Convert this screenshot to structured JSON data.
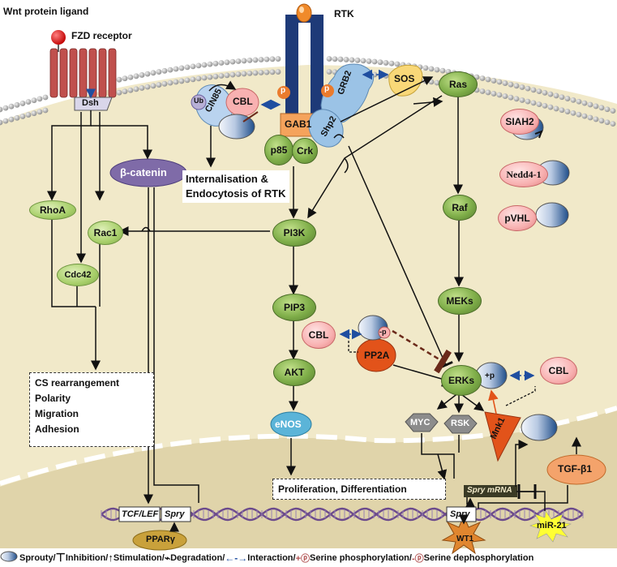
{
  "labels": {
    "wnt": "Wnt protein ligand",
    "fzd": "FZD receptor",
    "rtk": "RTK",
    "dsh": "Dsh",
    "ub": "Ub",
    "cin85": "CIN85",
    "cbl_top": "CBL",
    "p1": "p",
    "p2": "p",
    "grb2": "GRB2",
    "sos": "SOS",
    "ras": "Ras",
    "gab1": "GAB1",
    "shp2": "Shp2",
    "p85": "p85",
    "crk": "Crk",
    "bcat": "β-catenin",
    "internal": "Internalisation &\nEndocytosis of RTK",
    "siah2": "SIAH2",
    "nedd4": "Nedd4-1",
    "pvhl": "pVHL",
    "raf": "Raf",
    "rhoa": "RhoA",
    "rac1": "Rac1",
    "cdc42": "Cdc42",
    "pi3k": "PI3K",
    "pip3": "PIP3",
    "meks": "MEKs",
    "cbl_mid": "CBL",
    "pp2a": "PP2A",
    "p_minus": "-p",
    "akt": "AKT",
    "erks": "ERKs",
    "p_plus": "+p",
    "cbl_right": "CBL",
    "cs_box": "CS rearrangement\nPolarity\nMigration\nAdhesion",
    "enos": "eNOS",
    "myc": "MYC",
    "rsk": "RSK",
    "mnk1": "Mnk1",
    "tgfb1": "TGF-β1",
    "prolif": "Proliferation, Differentiation",
    "spry_mrna": "Spry mRNA",
    "tcf": "TCF/LEF",
    "spry_left": "Spry",
    "spry_right": "Spry",
    "mir21": "miR-21",
    "ppar": "PPARγ",
    "wt1": "WT1"
  },
  "legend": {
    "sprouty": "Sprouty/",
    "inhibition": "Inhibition/",
    "stimulation": "Stimulation/",
    "degradation": "Degradation/",
    "interaction": "Interaction/",
    "ser_phos": "Serine phosphorylation/",
    "ser_dephos": "Serine dephosphorylation"
  },
  "colors": {
    "cytoplasm": "#f1e9c9",
    "nucleus": "#e0d4aa",
    "membrane_bead": "#b9b9b9",
    "receptor": "#1e3a78",
    "fzd": "#c0504d",
    "green": "#7fae49",
    "pink": "#f8b1b1",
    "gab1": "#f5a35c",
    "shp2": "#9bc3e6",
    "bcat": "#7f6ba8",
    "enos": "#5bb4d8",
    "pp2a": "#e2531a",
    "mnk1": "#e2531a",
    "tgfb1": "#f4a36b",
    "ppar": "#c9a13b",
    "wt1": "#e0862f",
    "mir21": "#ffff33",
    "dna": "#6b4a8c",
    "sprouty_dark": "#1f4e8a"
  },
  "icons": [
    "sprouty-icon",
    "inhibition-icon",
    "stimulation-icon",
    "degradation-icon",
    "interaction-icon",
    "phosphorylation-icon",
    "dephosphorylation-icon"
  ]
}
